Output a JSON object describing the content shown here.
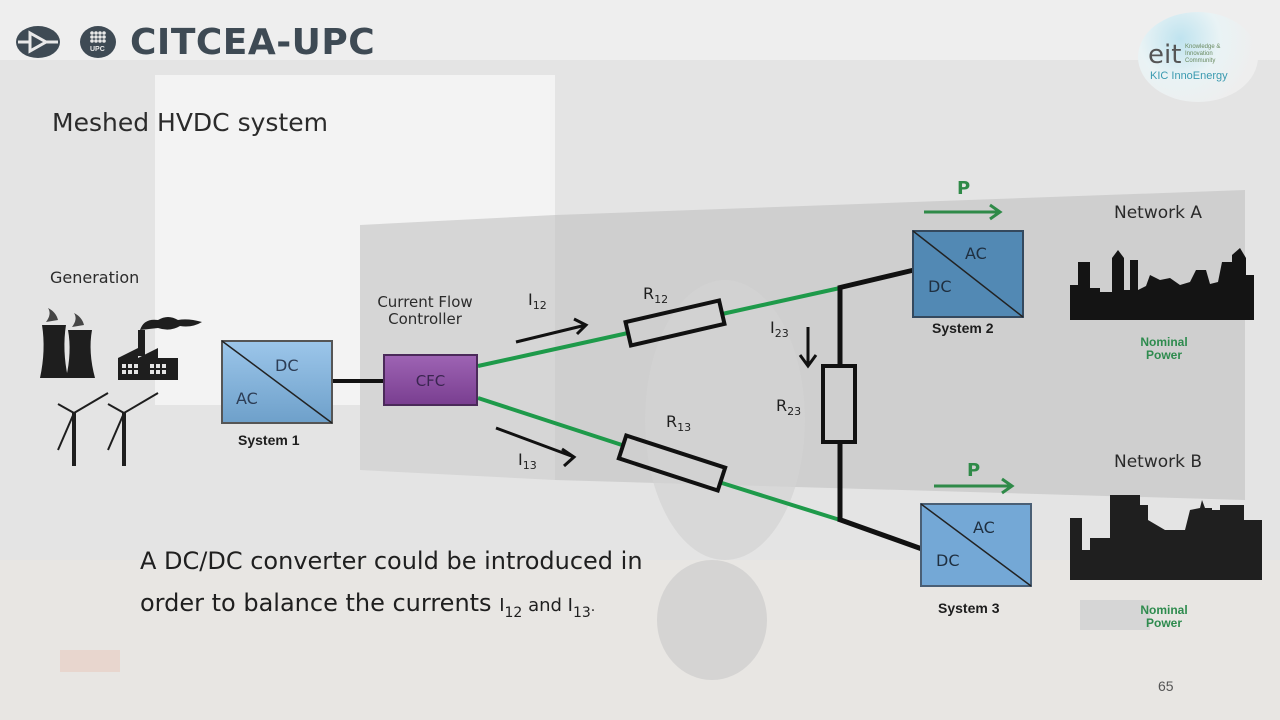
{
  "header": {
    "org_name": "CITCEA-UPC",
    "logo_badge": "UPC",
    "partner_logo": {
      "brand": "eit",
      "lines": [
        "Knowledge &",
        "Innovation",
        "Community"
      ],
      "name": "KIC InnoEnergy"
    }
  },
  "slide": {
    "title": "Meshed HVDC system",
    "page_number": "65",
    "body_line1": "A DC/DC converter could be introduced in",
    "body_line2_prefix": "order to balance the currents ",
    "body_line2_i1": "I",
    "body_line2_i1_sub": "12",
    "body_line2_and": " and ",
    "body_line2_i2": "I",
    "body_line2_i2_sub": "13",
    "body_line2_suffix": "."
  },
  "diagram": {
    "generation_label": "Generation",
    "cfc": {
      "box_label": "CFC",
      "caption_line1": "Current Flow",
      "caption_line2": "Controller",
      "color": "#8a4fa0"
    },
    "system1": {
      "name": "System 1",
      "top_label": "DC",
      "bottom_label": "AC",
      "color": "#7fb3de"
    },
    "system2": {
      "name": "System 2",
      "top_label": "AC",
      "bottom_label": "DC",
      "color": "#4f84ad"
    },
    "system3": {
      "name": "System 3",
      "top_label": "AC",
      "bottom_label": "DC",
      "color": "#6fa3d2"
    },
    "currents": [
      {
        "symbol": "I",
        "sub": "12"
      },
      {
        "symbol": "I",
        "sub": "13"
      },
      {
        "symbol": "I",
        "sub": "23"
      }
    ],
    "resistors": [
      {
        "symbol": "R",
        "sub": "12"
      },
      {
        "symbol": "R",
        "sub": "13"
      },
      {
        "symbol": "R",
        "sub": "23"
      }
    ],
    "power_label": "P",
    "network_a": {
      "name": "Network A",
      "note_line1": "Nominal",
      "note_line2": "Power"
    },
    "network_b": {
      "name": "Network B",
      "note_line1": "Nominal",
      "note_line2": "Power"
    },
    "line_color": "#1e9a4a"
  }
}
